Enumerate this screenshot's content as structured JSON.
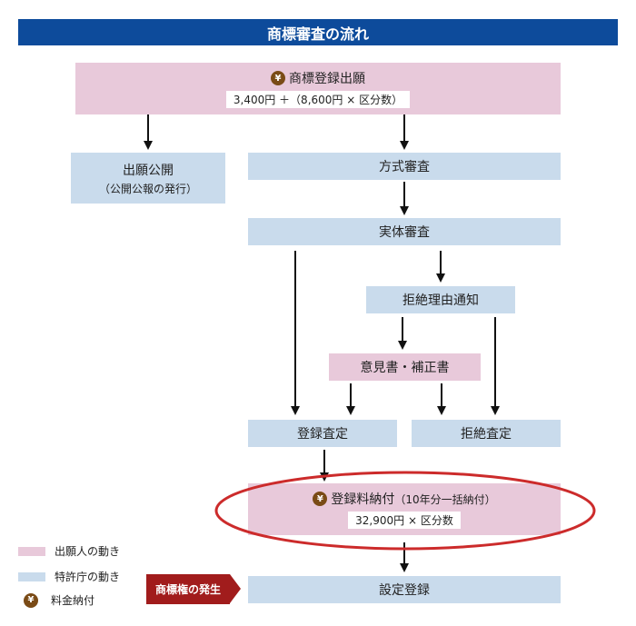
{
  "title": "商標審査の流れ",
  "filing": {
    "yen": "¥",
    "label": "商標登録出願",
    "fee": "3,400円 ＋（8,600円 × 区分数）"
  },
  "publication": {
    "label": "出願公開",
    "sub": "（公開公報の発行）"
  },
  "formality": {
    "label": "方式審査"
  },
  "substantive": {
    "label": "実体審査"
  },
  "refusal_notice": {
    "label": "拒絶理由通知"
  },
  "opinion": {
    "label": "意見書・補正書"
  },
  "registration_decision": {
    "label": "登録査定"
  },
  "refusal_decision": {
    "label": "拒絶査定"
  },
  "registration_fee": {
    "yen": "¥",
    "label": "登録料納付",
    "note": "（10年分一括納付）",
    "fee": "32,900円 × 区分数"
  },
  "registration": {
    "label": "設定登録"
  },
  "badge": {
    "label": "商標権の発生"
  },
  "legend": {
    "applicant": "出願人の動き",
    "office": "特許庁の動き",
    "payment_yen": "¥",
    "payment": "料金納付"
  },
  "colors": {
    "title_bar": "#0d4b9b",
    "applicant": "#e8c9da",
    "office": "#c9dbec",
    "badge": "#a11c1c",
    "highlight": "#cc2b2b",
    "yen": "#7a4b16"
  }
}
